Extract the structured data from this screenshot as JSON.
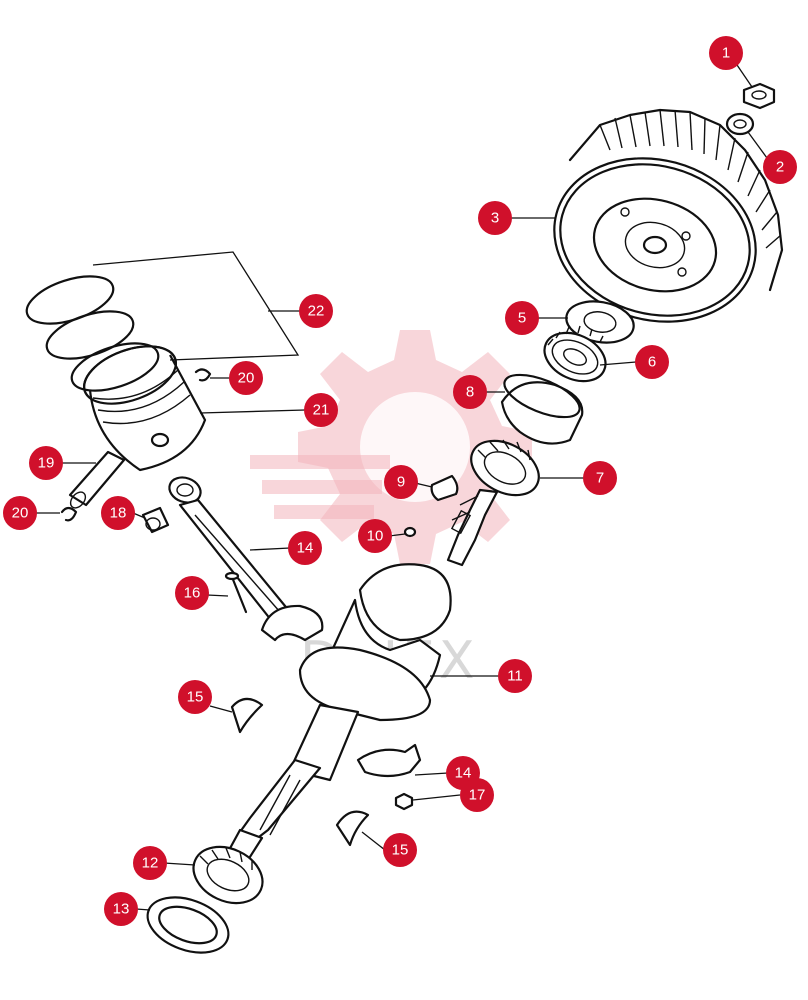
{
  "watermark": {
    "text": "DIIIEX",
    "color": "#f3b5bc"
  },
  "callout_color": "#d0102b",
  "callouts": [
    {
      "id": "c1",
      "label": "1",
      "part": "hex-nut"
    },
    {
      "id": "c2",
      "label": "2",
      "part": "lock-washer"
    },
    {
      "id": "c3",
      "label": "3",
      "part": "flywheel"
    },
    {
      "id": "c5",
      "label": "5",
      "part": "seal-washer"
    },
    {
      "id": "c6",
      "label": "6",
      "part": "gear"
    },
    {
      "id": "c8",
      "label": "8",
      "part": "bearing-race"
    },
    {
      "id": "c7",
      "label": "7",
      "part": "roller-bearing"
    },
    {
      "id": "c9",
      "label": "9",
      "part": "woodruff-key"
    },
    {
      "id": "c10",
      "label": "10",
      "part": "small-key"
    },
    {
      "id": "c11",
      "label": "11",
      "part": "crankshaft"
    },
    {
      "id": "c12",
      "label": "12",
      "part": "roller-bearing-lower"
    },
    {
      "id": "c13",
      "label": "13",
      "part": "bearing-cup-lower"
    },
    {
      "id": "c14a",
      "label": "14",
      "part": "connecting-rod"
    },
    {
      "id": "c14b",
      "label": "14",
      "part": "rod-cap"
    },
    {
      "id": "c15a",
      "label": "15",
      "part": "bearing-shell-upper"
    },
    {
      "id": "c15b",
      "label": "15",
      "part": "bearing-shell-lower"
    },
    {
      "id": "c16",
      "label": "16",
      "part": "rod-bolt"
    },
    {
      "id": "c17",
      "label": "17",
      "part": "rod-nut"
    },
    {
      "id": "c18",
      "label": "18",
      "part": "bushing"
    },
    {
      "id": "c19",
      "label": "19",
      "part": "piston-pin"
    },
    {
      "id": "c20a",
      "label": "20",
      "part": "circlip-left"
    },
    {
      "id": "c20b",
      "label": "20",
      "part": "circlip-right"
    },
    {
      "id": "c21",
      "label": "21",
      "part": "piston"
    },
    {
      "id": "c22",
      "label": "22",
      "part": "piston-rings"
    }
  ]
}
